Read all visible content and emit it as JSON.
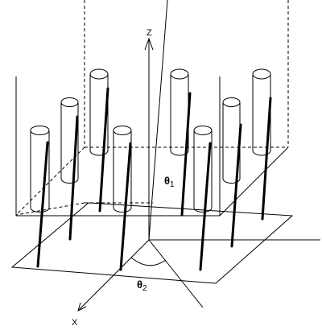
{
  "labels": {
    "z_axis": "Z",
    "x_axis": "X",
    "theta1_symbol": "θ",
    "theta1_sub": "1",
    "theta2_symbol": "θ",
    "theta2_sub": "2"
  },
  "colors": {
    "line": "#000000",
    "background": "#ffffff"
  }
}
